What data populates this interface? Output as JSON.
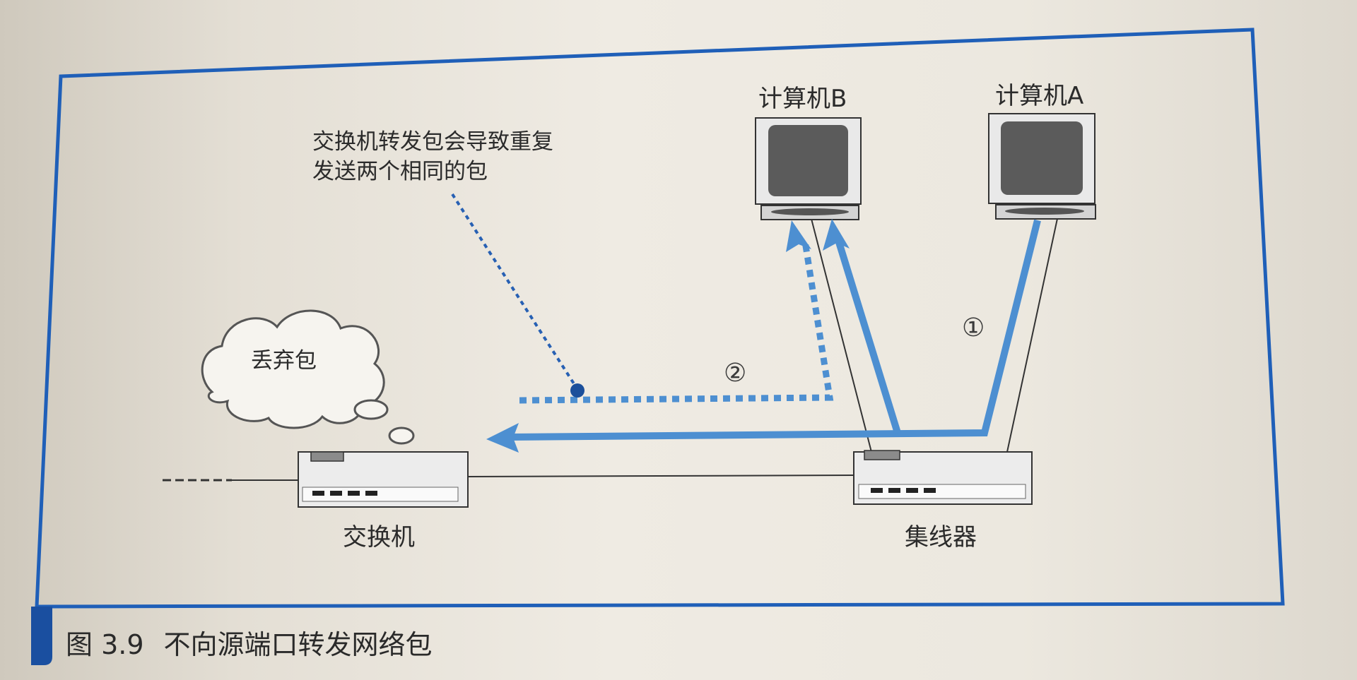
{
  "figure": {
    "computer_b_label": "计算机B",
    "computer_a_label": "计算机A",
    "annotation_line1": "交换机转发包会导致重复",
    "annotation_line2": "发送两个相同的包",
    "cloud_text": "丢弃包",
    "step1_marker": "①",
    "step2_marker": "②",
    "switch_label": "交换机",
    "hub_label": "集线器"
  },
  "caption": {
    "number": "图 3.9",
    "title": "不向源端口转发网络包"
  },
  "colors": {
    "frame_blue": "#1f5fb8",
    "arrow_blue": "#4d8fd1",
    "caption_tab": "#1a4fa0"
  }
}
